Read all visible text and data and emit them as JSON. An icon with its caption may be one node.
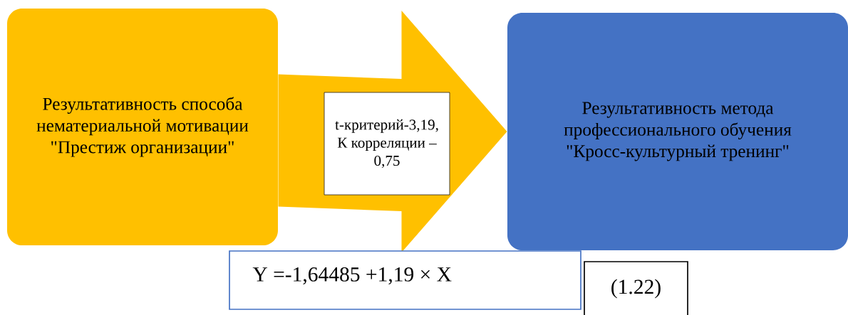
{
  "diagram": {
    "nodes": [
      {
        "text": [
          "Результативность способа нематериальной мотивации \"Престиж организации\""
        ]
      },
      {
        "text": [
          "Результативность  метода профессионального обучения \"Кросс-культурный тренинг\""
        ]
      }
    ],
    "edges": [
      {
        "from": 0,
        "to": 1,
        "arrow": "to",
        "label": "t-критерий-3,19, К корреляции – 0,75"
      }
    ],
    "labels": [
      "Y =-1,64485 +1,19 × X",
      "(1.22)"
    ]
  }
}
